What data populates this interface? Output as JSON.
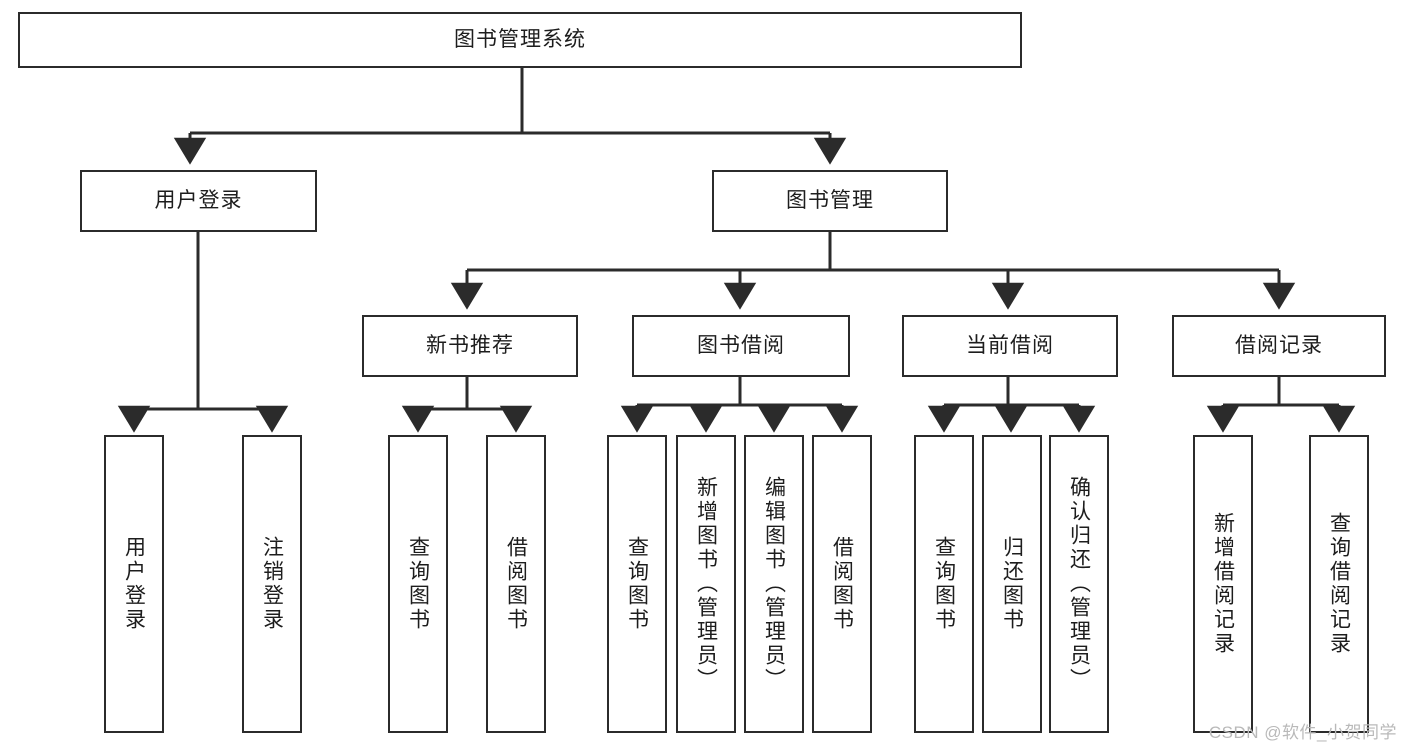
{
  "diagram": {
    "title": "图书管理系统",
    "type": "tree",
    "watermark": "CSDN @软件_小贺同学",
    "colors": {
      "box_border": "#2b2b2b",
      "box_fill": "#ffffff",
      "edge": "#2b2b2b",
      "text": "#1d1d1d",
      "watermark": "#b9b9b9"
    },
    "nodes": {
      "root": {
        "label": "图书管理系统",
        "level": 1,
        "orientation": "horizontal"
      },
      "l2": [
        {
          "id": "user-login",
          "label": "用户登录",
          "level": 2,
          "orientation": "horizontal"
        },
        {
          "id": "book-manage",
          "label": "图书管理",
          "level": 2,
          "orientation": "horizontal"
        }
      ],
      "l3": [
        {
          "id": "new-book-rec",
          "label": "新书推荐",
          "level": 3,
          "orientation": "horizontal"
        },
        {
          "id": "book-borrow",
          "label": "图书借阅",
          "level": 3,
          "orientation": "horizontal"
        },
        {
          "id": "current-borrow",
          "label": "当前借阅",
          "level": 3,
          "orientation": "horizontal"
        },
        {
          "id": "borrow-record",
          "label": "借阅记录",
          "level": 3,
          "orientation": "horizontal"
        }
      ],
      "leaves": [
        {
          "id": "leaf-user-login",
          "label": "用户登录",
          "parent": "user-login",
          "orientation": "vertical"
        },
        {
          "id": "leaf-user-logout",
          "label": "注销登录",
          "parent": "user-login",
          "orientation": "vertical"
        },
        {
          "id": "leaf-rec-query-book",
          "label": "查询图书",
          "parent": "new-book-rec",
          "orientation": "vertical"
        },
        {
          "id": "leaf-rec-borrow-book",
          "label": "借阅图书",
          "parent": "new-book-rec",
          "orientation": "vertical"
        },
        {
          "id": "leaf-bb-query-book",
          "label": "查询图书",
          "parent": "book-borrow",
          "orientation": "vertical"
        },
        {
          "id": "leaf-bb-add-book",
          "label": "新增图书（管理员）",
          "parent": "book-borrow",
          "orientation": "vertical"
        },
        {
          "id": "leaf-bb-edit-book",
          "label": "编辑图书（管理员）",
          "parent": "book-borrow",
          "orientation": "vertical"
        },
        {
          "id": "leaf-bb-borrow-book",
          "label": "借阅图书",
          "parent": "book-borrow",
          "orientation": "vertical"
        },
        {
          "id": "leaf-cb-query-book",
          "label": "查询图书",
          "parent": "current-borrow",
          "orientation": "vertical"
        },
        {
          "id": "leaf-cb-return-book",
          "label": "归还图书",
          "parent": "current-borrow",
          "orientation": "vertical"
        },
        {
          "id": "leaf-cb-confirm-return",
          "label": "确认归还（管理员）",
          "parent": "current-borrow",
          "orientation": "vertical"
        },
        {
          "id": "leaf-br-add-record",
          "label": "新增借阅记录",
          "parent": "borrow-record",
          "orientation": "vertical"
        },
        {
          "id": "leaf-br-query-record",
          "label": "查询借阅记录",
          "parent": "borrow-record",
          "orientation": "vertical"
        }
      ]
    }
  }
}
